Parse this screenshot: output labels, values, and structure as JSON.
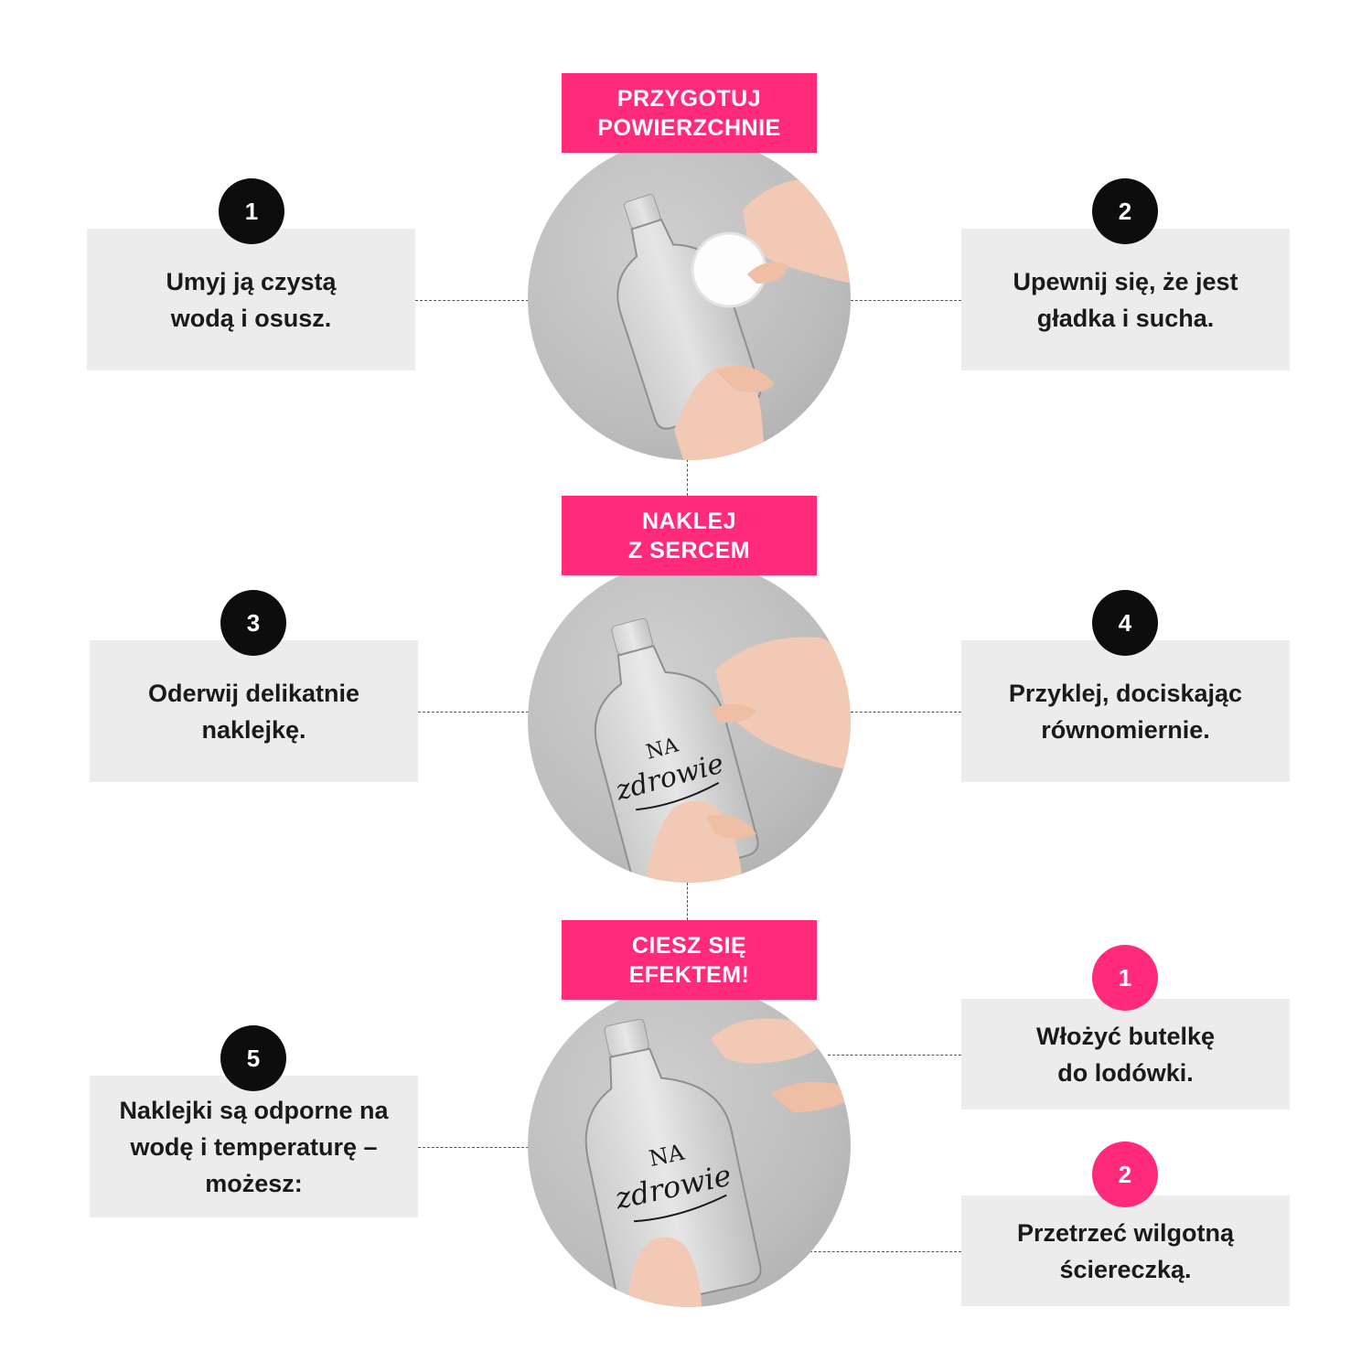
{
  "sections": [
    {
      "banner": [
        "PRZYGOTUJ",
        "POWIERZCHNIE"
      ]
    },
    {
      "banner": [
        "NAKLEJ",
        "Z SERCEM"
      ]
    },
    {
      "banner": [
        "CIESZ SIĘ",
        "EFEKTEM!"
      ]
    }
  ],
  "steps": [
    {
      "number": "1",
      "lines": [
        "Umyj ją czystą",
        "wodą i osusz."
      ]
    },
    {
      "number": "2",
      "lines": [
        "Upewnij się, że jest",
        "gładka i sucha."
      ]
    },
    {
      "number": "3",
      "lines": [
        "Oderwij delikatnie",
        "naklejkę."
      ]
    },
    {
      "number": "4",
      "lines": [
        "Przyklej, dociskając",
        "równomiernie."
      ]
    },
    {
      "number": "5",
      "lines": [
        "Naklejki są odporne na",
        "wodę i temperaturę –",
        "możesz:"
      ]
    }
  ],
  "tips": [
    {
      "number": "1",
      "lines": [
        "Włożyć butelkę",
        "do lodówki."
      ]
    },
    {
      "number": "2",
      "lines": [
        "Przetrzeć wilgotną",
        "ściereczką."
      ]
    }
  ],
  "sticker": {
    "top": "NA",
    "bottom": "zdrowie"
  },
  "colors": {
    "accent": "#ff2a7a",
    "badge_dark": "#0d0d0d",
    "box_bg": "#ececec"
  }
}
